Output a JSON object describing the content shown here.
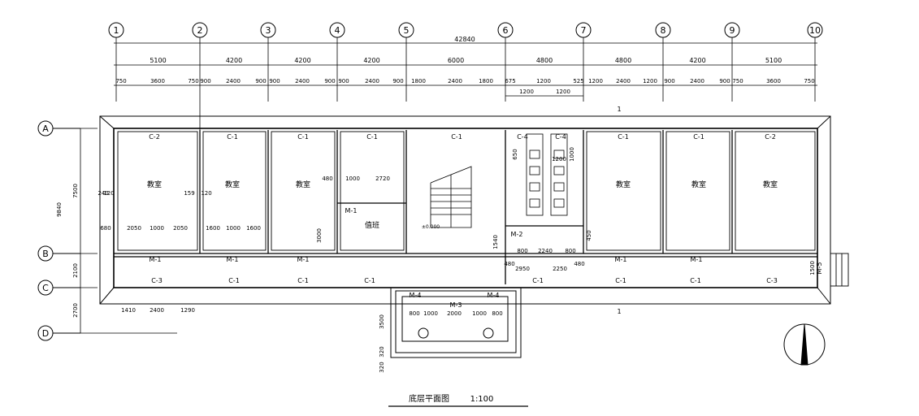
{
  "drawing": {
    "overall_dimension": "42840",
    "title": "底层平面图",
    "scale": "1:100",
    "compass_label": "",
    "section_mark": "1",
    "grid_axes": [
      "1",
      "2",
      "3",
      "4",
      "5",
      "6",
      "7",
      "8",
      "9",
      "10"
    ],
    "row_axes": [
      "A",
      "B",
      "C",
      "D"
    ],
    "bay_dimensions": [
      "5100",
      "4200",
      "4200",
      "4200",
      "6000",
      "4800",
      "4800",
      "4200",
      "5100"
    ],
    "detail_dimensions": [
      "750",
      "3600",
      "750",
      "900",
      "2400",
      "900",
      "900",
      "2400",
      "900",
      "900",
      "2400",
      "900",
      "1800",
      "2400",
      "1800",
      "675",
      "1200",
      "525",
      "1200",
      "2400",
      "1200",
      "900",
      "2400",
      "900",
      "750",
      "3600",
      "750"
    ],
    "sub_dimensions": [
      "1200",
      "1200"
    ],
    "left_dimensions": [
      "7500",
      "2100",
      "2700"
    ],
    "left_total": "9840",
    "room_label": "教室",
    "office_label": "值班",
    "windows_top": [
      "C-2",
      "C-1",
      "C-1",
      "C-1",
      "C-1",
      "C-4",
      "C-4",
      "C-1",
      "C-1",
      "C-2"
    ],
    "windows_bottom": [
      "C-3",
      "C-1",
      "C-1",
      "C-1",
      "C-1",
      "C-1",
      "C-1",
      "C-3"
    ],
    "doors": [
      "M-1",
      "M-1",
      "M-1",
      "M-1",
      "M-1",
      "M-1",
      "M-2",
      "M-3",
      "M-4",
      "M-4",
      "M-5"
    ],
    "room_dims": [
      "2050",
      "1000",
      "2050",
      "1600",
      "1000",
      "1600",
      "680",
      "240",
      "120",
      "159",
      "120",
      "1000",
      "2720",
      "480",
      "3000",
      "1540",
      "2240",
      "800",
      "800",
      "2950",
      "2250",
      "480",
      "480",
      "1500",
      "1000",
      "1200",
      "650",
      "450"
    ],
    "entrance_dims": [
      "800",
      "1000",
      "2000",
      "1000",
      "800",
      "3500",
      "320",
      "320",
      "1410",
      "2400",
      "1290"
    ],
    "level_mark": "±0.000"
  }
}
